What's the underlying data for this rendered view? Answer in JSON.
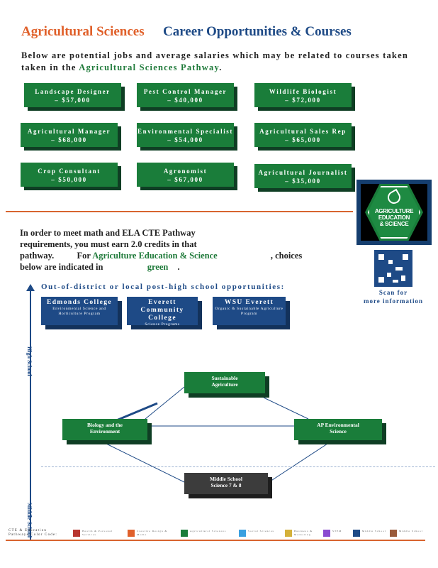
{
  "header": {
    "pathway": "Agricultural Sciences",
    "subtitle": "Career Opportunities & Courses"
  },
  "intro": {
    "text_1": "Below are potential jobs and average salaries which may be related to courses taken",
    "text_2": "taken in the",
    "highlight": "Agricultural Sciences Pathway",
    "text_3": "."
  },
  "jobs": [
    {
      "title": "Landscape Designer",
      "salary": "– $57,000"
    },
    {
      "title": "Pest Control Manager",
      "salary": "– $40,000"
    },
    {
      "title": "Wildlife Biologist",
      "salary": "– $72,000"
    },
    {
      "title": "Agricultural Manager",
      "salary": "– $68,000"
    },
    {
      "title": "Environmental Specialist",
      "salary": "– $54,000"
    },
    {
      "title": "Agricultural Sales Rep",
      "salary": "– $65,000"
    },
    {
      "title": "Crop Consultant",
      "salary": "– $50,000"
    },
    {
      "title": "Agronomist",
      "salary": "– $67,000"
    },
    {
      "title": "Agricultural Journalist",
      "salary": "– $35,000"
    }
  ],
  "badge": {
    "line1": "AGRICULTURE",
    "line2": "EDUCATION",
    "line3": "& SCIENCE",
    "icon": "leaf-icon"
  },
  "qr": {
    "caption_1": "Scan for",
    "caption_2": "more information"
  },
  "requirements": {
    "line_1": "In order to meet math and ELA CTE Pathway",
    "line_2": "requirements, you must earn 2.0 credits in that",
    "line_3a": "pathway.",
    "line_3b": "For",
    "line_3c": "Agriculture Education & Science",
    "line_3d": ", choices",
    "line_4a": "below are indicated in",
    "line_4b": "green",
    "line_4c": "."
  },
  "diagram": {
    "opportunities_label": "Out-of-district or local post-high school opportunities:",
    "high_school_label": "High School",
    "middle_school_label": "Middle School",
    "colleges": [
      {
        "name": "Edmonds College",
        "sub": "Environmental Science and Horticulture Program"
      },
      {
        "name": "Everett Community College",
        "sub": "Science Programs"
      },
      {
        "name": "WSU Everett",
        "sub": "Organic & Sustainable Agriculture Program"
      }
    ],
    "courses": {
      "sustainable": "Sustainable Agriculture",
      "biology": "Biology and the Environment",
      "ap_env": "AP Environmental Science",
      "middle_school_title": "Middle School",
      "middle_school_course": "Science 7 & 8"
    }
  },
  "legend": {
    "title_1": "CTE & Education",
    "title_2": "Pathways Color Code:",
    "items": [
      {
        "label": "Health & Personal Services",
        "color": "#b8352f"
      },
      {
        "label": "Creative Design & Media",
        "color": "#e0602a"
      },
      {
        "label": "Agricultural Sciences",
        "color": "#1a7d3a"
      },
      {
        "label": "Social Sciences",
        "color": "#3aa0e0"
      },
      {
        "label": "Business & Marketing",
        "color": "#d4b13a"
      },
      {
        "label": "STEM",
        "color": "#8a4ad0"
      },
      {
        "label": "Middle School",
        "color": "#1e4a86"
      },
      {
        "label": "Middle School",
        "color": "#9a5a3a"
      }
    ]
  },
  "colors": {
    "orange": "#e0602a",
    "navy": "#1e4a86",
    "green": "#1a7d3a"
  }
}
